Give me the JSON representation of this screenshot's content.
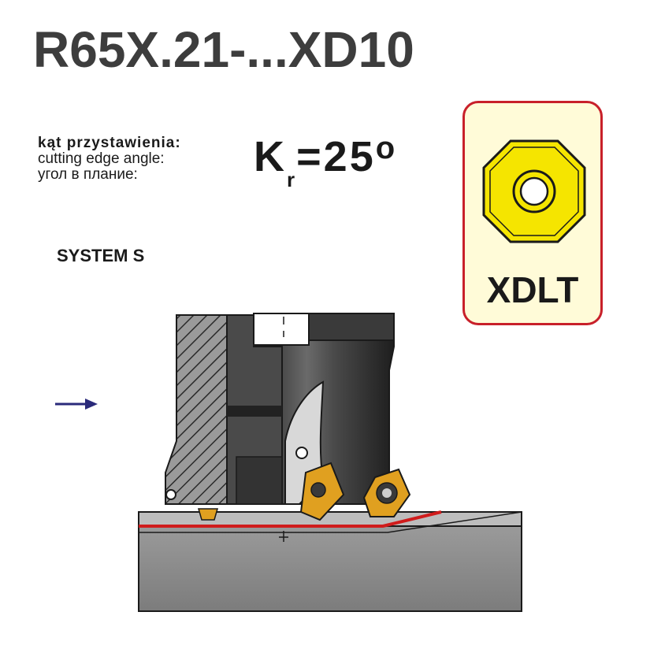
{
  "title": "R65X.21-...XD10",
  "angle": {
    "label_pl": "kąt przystawienia:",
    "label_en": "cutting edge angle:",
    "label_ru": "угол в плание:",
    "symbol": "K",
    "subscript": "r",
    "value": "=25",
    "unit": "o"
  },
  "system_label": "SYSTEM S",
  "insert": {
    "code": "XDLT",
    "shape": "octagonal-insert-icon"
  },
  "colors": {
    "title": "#3d3d3d",
    "insert_border": "#c8202a",
    "insert_background": "#fffbd8",
    "insert_fill": "#f5e500",
    "cutter_body": "#3a3a3a",
    "workpiece": "#8a8a8a",
    "cut_line": "#d01c1c",
    "feed_arrow": "#2a2a7a",
    "carbide_insert": "#e0a020"
  }
}
